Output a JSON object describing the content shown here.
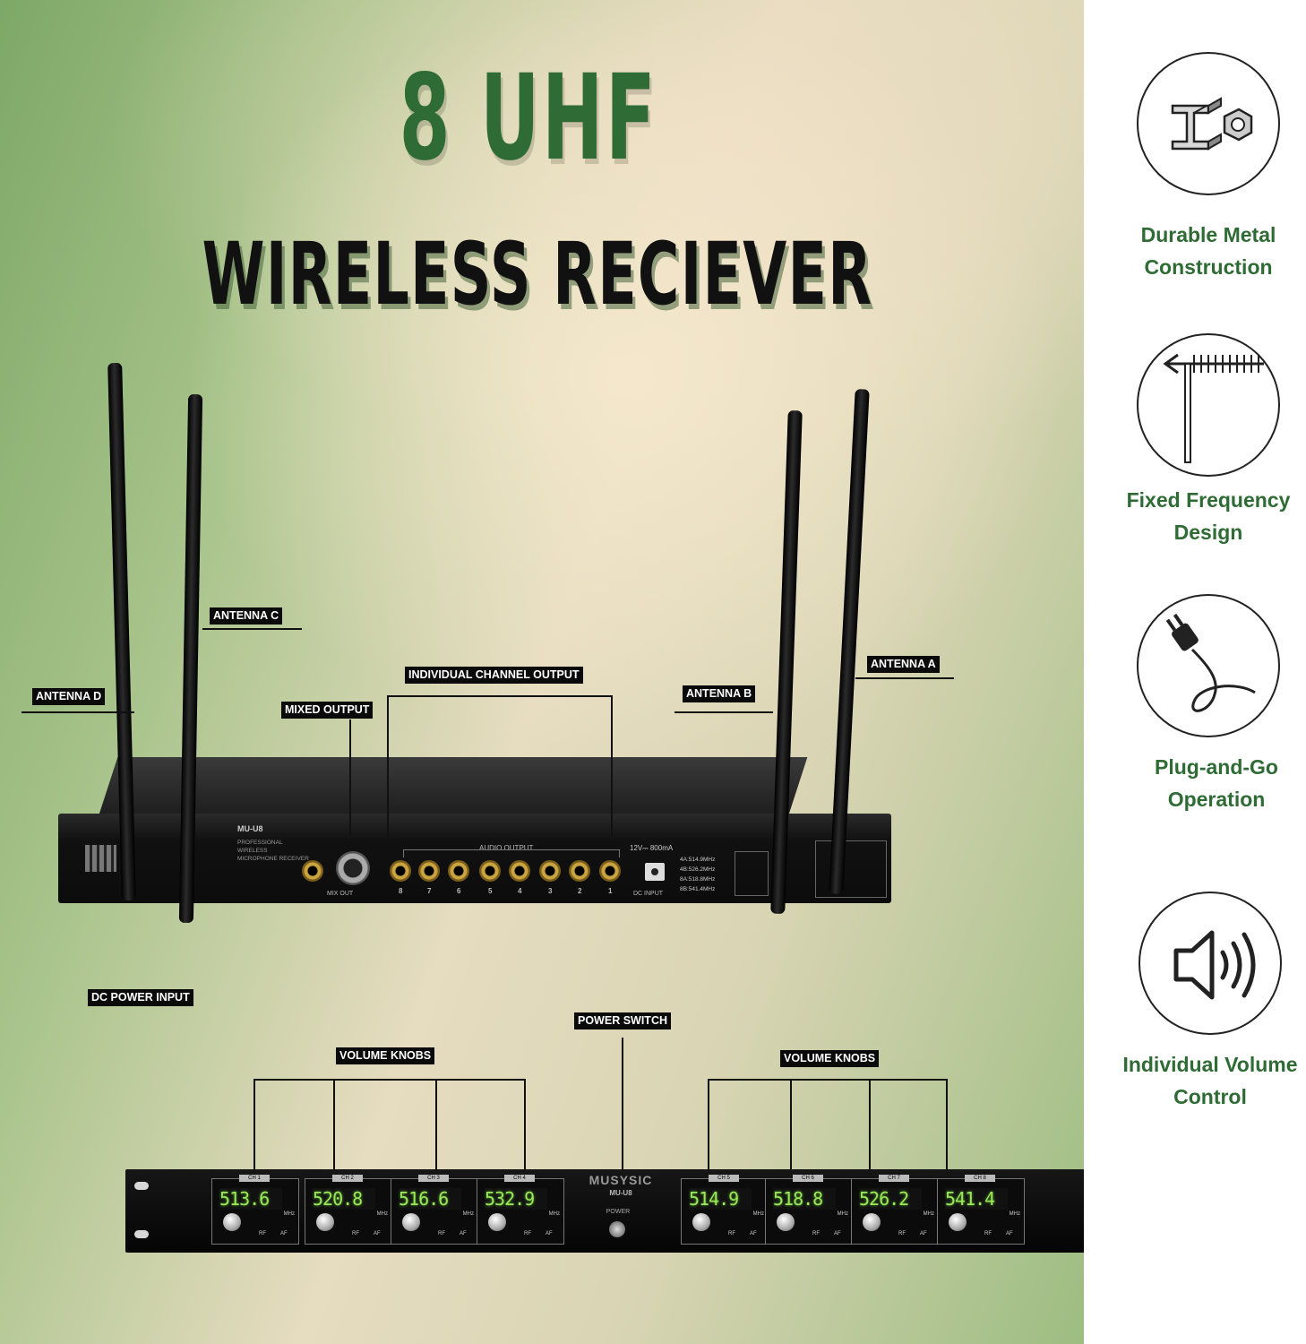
{
  "title": {
    "line1": "8 UHF",
    "line2": "WIRELESS RECIEVER"
  },
  "callouts": {
    "antenna_d": "ANTENNA D",
    "antenna_c": "ANTENNA C",
    "antenna_b": "ANTENNA B",
    "antenna_a": "ANTENNA A",
    "mixed_output": "MIXED OUTPUT",
    "individual_channel_output": "INDIVIDUAL CHANNEL OUTPUT",
    "dc_power_input": "DC POWER INPUT",
    "power_switch": "POWER SWITCH",
    "volume_knobs_left": "VOLUME KNOBS",
    "volume_knobs_right": "VOLUME KNOBS"
  },
  "back_panel": {
    "model": "MU-U8",
    "description": "PROFESSIONAL WIRELESS MICROPHONE RECEIVER",
    "audio_output_label": "AUDIO OUTPUT",
    "mix_out_label": "MIX OUT",
    "dc_input_label": "DC INPUT",
    "power_rating": "12V⎓ 800mA",
    "jack_numbers": [
      "8",
      "7",
      "6",
      "5",
      "4",
      "3",
      "2",
      "1"
    ],
    "freq_list": [
      "4A:514.9MHz",
      "4B:526.2MHz",
      "8A:518.8MHz",
      "8B:541.4MHz"
    ]
  },
  "front_panel": {
    "brand": "MUSYSIC",
    "model": "MU-U8",
    "power_label": "POWER",
    "unit": "MHz",
    "channels": [
      {
        "tag": "CH 1",
        "freq": "513.6"
      },
      {
        "tag": "CH 2",
        "freq": "520.8"
      },
      {
        "tag": "CH 3",
        "freq": "516.6"
      },
      {
        "tag": "CH 4",
        "freq": "532.9"
      },
      {
        "tag": "CH 5",
        "freq": "514.9"
      },
      {
        "tag": "CH 6",
        "freq": "518.8"
      },
      {
        "tag": "CH 7",
        "freq": "526.2"
      },
      {
        "tag": "CH 8",
        "freq": "541.4"
      }
    ]
  },
  "features": [
    {
      "icon": "metal-beam-icon",
      "line1": "Durable Metal",
      "line2": "Construction"
    },
    {
      "icon": "antenna-icon",
      "line1": "Fixed Frequency",
      "line2": "Design"
    },
    {
      "icon": "plug-icon",
      "line1": "Plug-and-Go",
      "line2": "Operation"
    },
    {
      "icon": "speaker-icon",
      "line1": "Individual Volume",
      "line2": "Control"
    }
  ],
  "colors": {
    "accent_green": "#2f6b34",
    "lcd_green": "#9be75a"
  }
}
